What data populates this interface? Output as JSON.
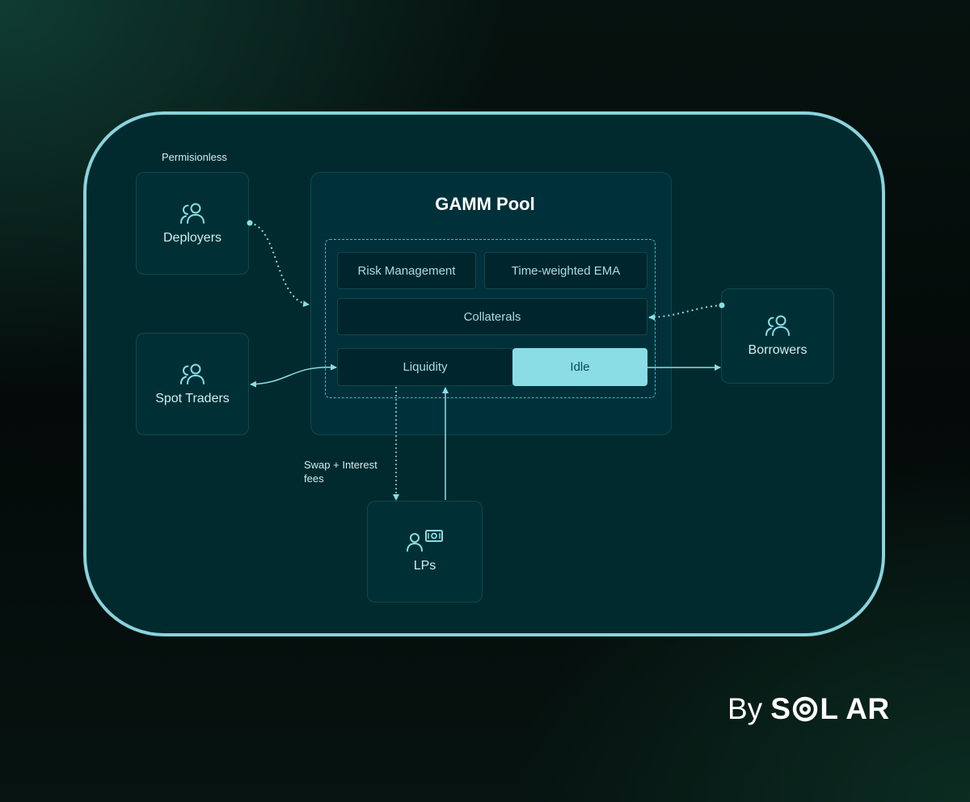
{
  "nodes": {
    "permissionless_label": "Permisionless",
    "deployers": "Deployers",
    "spot_traders": "Spot Traders",
    "borrowers": "Borrowers",
    "lps": "LPs"
  },
  "pool": {
    "title": "GAMM Pool",
    "risk_management": "Risk Management",
    "twema": "Time-weighted EMA",
    "collaterals": "Collaterals",
    "liquidity": "Liquidity",
    "idle": "Idle"
  },
  "edges": {
    "fees_label": "Swap + Interest fees"
  },
  "brand": {
    "by": "By",
    "name_part1": "S",
    "name_part2": "L AR"
  },
  "colors": {
    "accent": "#8bdde5",
    "frame_border": "#8ad4dd",
    "panel": "#002a2e",
    "card": "#003036"
  },
  "icons": {
    "deployers": "users-icon",
    "spot_traders": "users-icon",
    "borrowers": "users-icon",
    "lps": "user-money-icon",
    "brand": "target-icon"
  }
}
